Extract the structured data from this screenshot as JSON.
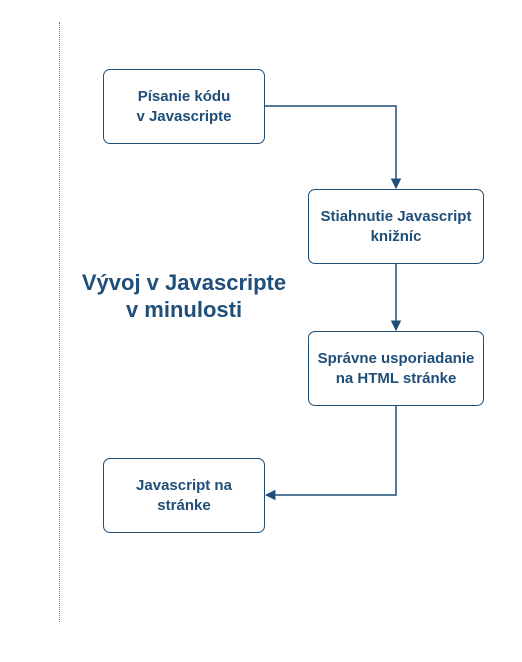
{
  "diagram": {
    "title": "Vývoj v Javascripte\nv minulosti",
    "steps": [
      {
        "label": "Písanie kódu\nv Javascripte"
      },
      {
        "label": "Stiahnutie Javascript\nknižníc"
      },
      {
        "label": "Správne usporiadanie\nna HTML stránke"
      },
      {
        "label": "Javascript na\nstránke"
      }
    ],
    "colors": {
      "accent": "#1f4e79",
      "divider": "#6b7f99"
    }
  }
}
